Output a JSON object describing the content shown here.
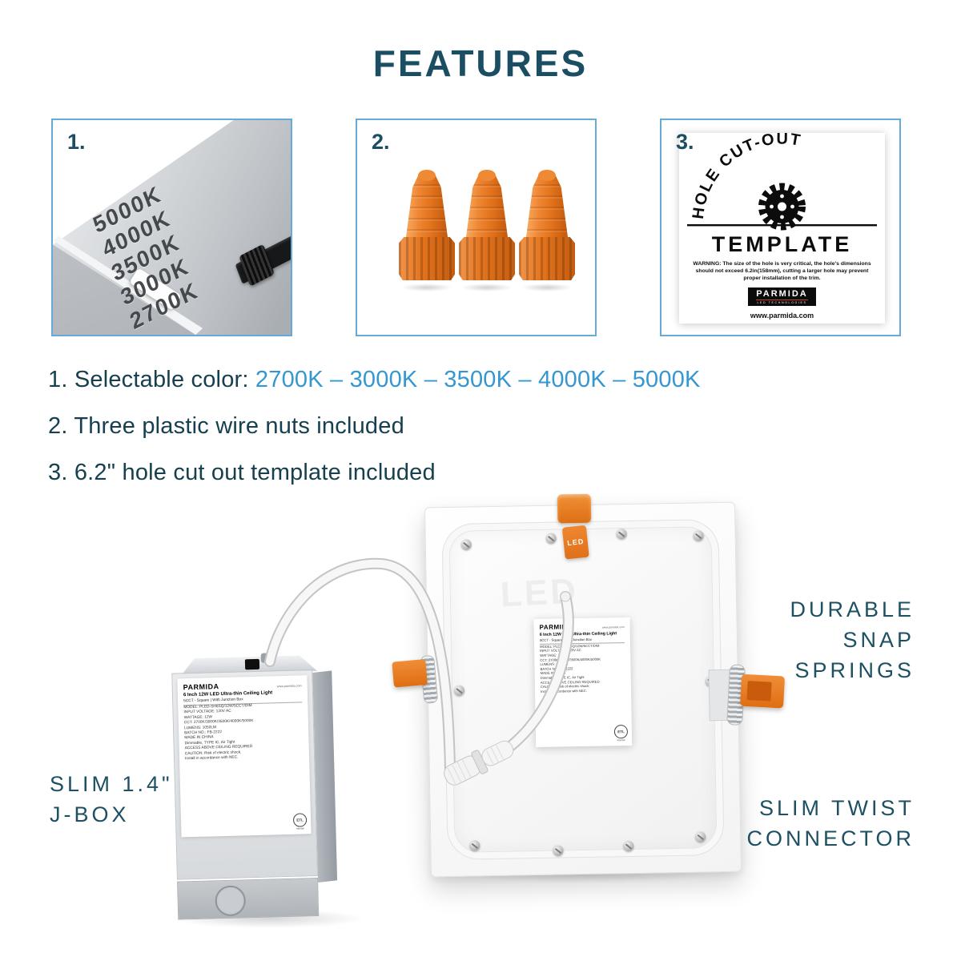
{
  "title": "FEATURES",
  "boxes": {
    "box1": {
      "number": "1.",
      "cct_labels": [
        "5000K",
        "4000K",
        "3500K",
        "3000K",
        "2700K"
      ]
    },
    "box2": {
      "number": "2."
    },
    "box3": {
      "number": "3."
    }
  },
  "template_card": {
    "arch_text": "HOLE CUT-OUT",
    "title": "TEMPLATE",
    "warning": "WARNING: The size of the hole is very critical, the hole's dimensions should not exceed 6.2in(158mm), cutting a larger hole may prevent proper installation of the trim.",
    "brand": "PARMIDA",
    "brand_sub": "LED TECHNOLOGIES",
    "website": "www.parmida.com"
  },
  "features": [
    {
      "prefix": "1. Selectable color: ",
      "highlight": "2700K – 3000K – 3500K – 4000K – 5000K"
    },
    {
      "prefix": "2. Three plastic wire nuts included",
      "highlight": ""
    },
    {
      "prefix": "3. 6.2\" hole cut out template included",
      "highlight": ""
    }
  ],
  "callouts": {
    "snap_springs": [
      "DURABLE",
      "SNAP",
      "SPRINGS"
    ],
    "jbox": [
      "SLIM 1.4\"",
      "J-BOX"
    ],
    "twist_connector": [
      "SLIM TWIST",
      "CONNECTOR"
    ]
  },
  "product_label": {
    "brand": "PARMIDA",
    "website": "www.parmida.com",
    "name": "6 Inch 12W LED Ultra-thin Ceiling Light",
    "subtitle": "5CCT - Square  |  With Junction Box",
    "lines": [
      "MODEL:  PLED-SH6SQ/12W/5CCT/DIM",
      "INPUT VOLTAGE:  120V AC",
      "WATTAGE:  12W",
      "CCT:  2700K/3000K/3500K/4000K/5000K",
      "LUMENS:  1050LM",
      "BATCH NO.:  FB-2222",
      "MADE IN CHINA",
      "Dimmable, TYPE IC, Air Tight",
      "ACCESS ABOVE CEILING REQUIRED",
      "CAUTION: Risk of electric shock.",
      "Install in accordance with NEC."
    ],
    "etl": "ETL",
    "etl_sub": "Intertek"
  },
  "panel": {
    "watermark": "LED",
    "connector_tag": "LED"
  }
}
